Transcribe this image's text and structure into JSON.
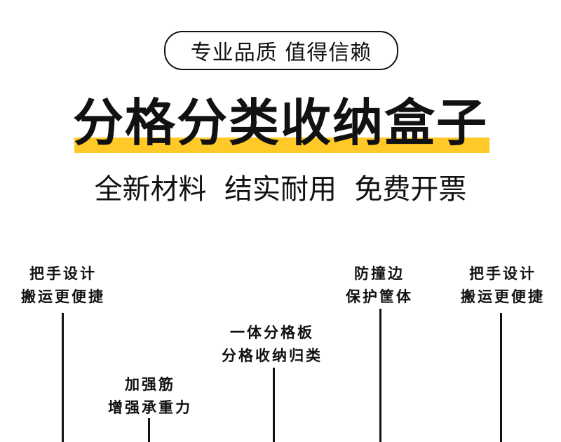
{
  "badge": {
    "text": "专业品质 值得信赖"
  },
  "title": {
    "text": "分格分类收纳盒子",
    "highlight_color": "#ffc928"
  },
  "subtitle": {
    "text": "全新材料  结实耐用  免费开票"
  },
  "features": [
    {
      "line1": "把手设计",
      "line2": "搬运更便捷"
    },
    {
      "line1": "加强筋",
      "line2": "增强承重力"
    },
    {
      "line1": "一体分格板",
      "line2": "分格收纳归类"
    },
    {
      "line1": "防撞边",
      "line2": "保护筐体"
    },
    {
      "line1": "把手设计",
      "line2": "搬运更便捷"
    }
  ]
}
